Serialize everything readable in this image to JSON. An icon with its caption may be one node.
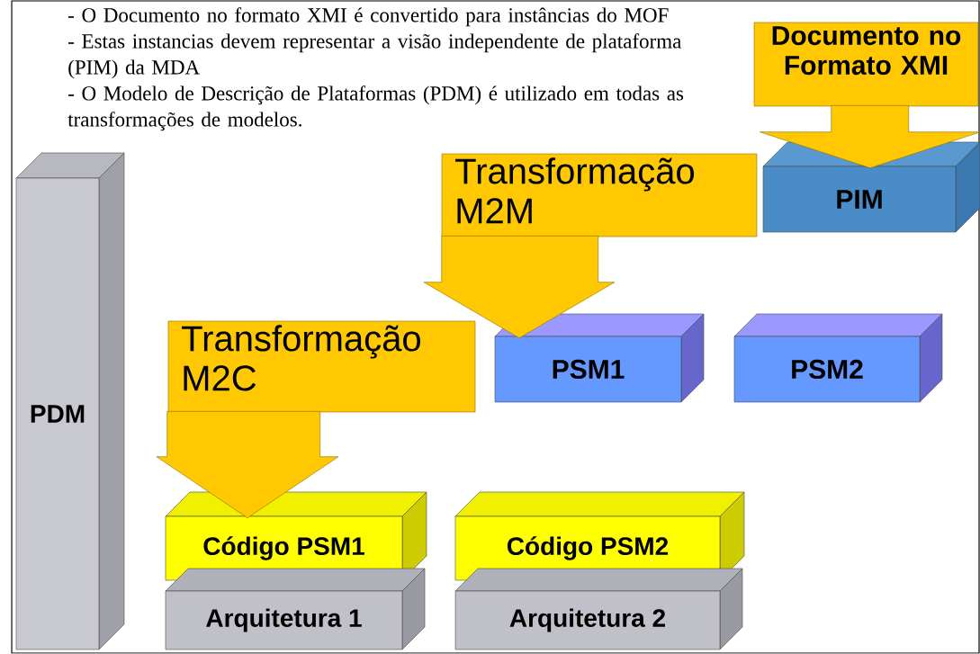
{
  "diagram": {
    "nodes": [
      {
        "text": [
          "Documento no Formato XMI"
        ]
      },
      {
        "text": [
          "PIM"
        ]
      },
      {
        "text": [
          "Transformação M2M"
        ]
      },
      {
        "text": [
          "PSM1"
        ]
      },
      {
        "text": [
          "PSM2"
        ]
      },
      {
        "text": [
          "Transformação M2C"
        ]
      },
      {
        "text": [
          "Código PSM1"
        ]
      },
      {
        "text": [
          "Código PSM2"
        ]
      },
      {
        "text": [
          "Arquitetura 1"
        ]
      },
      {
        "text": [
          "Arquitetura 2"
        ]
      },
      {
        "text": [
          "PDM"
        ]
      }
    ],
    "edges": [
      {
        "from": 0,
        "to": 1,
        "arrow": "to"
      },
      {
        "from": 2,
        "to": 3,
        "arrow": "to"
      },
      {
        "from": 5,
        "to": 6,
        "arrow": "to"
      }
    ],
    "labels": [
      "- O Documento no formato XMI é convertido para instâncias do MOF",
      "- Estas instancias devem representar a visão independente de plataforma (PIM) da MDA",
      "- O Modelo de Descrição de Plataformas (PDM) é utilizado em todas as transformações de modelos."
    ]
  }
}
